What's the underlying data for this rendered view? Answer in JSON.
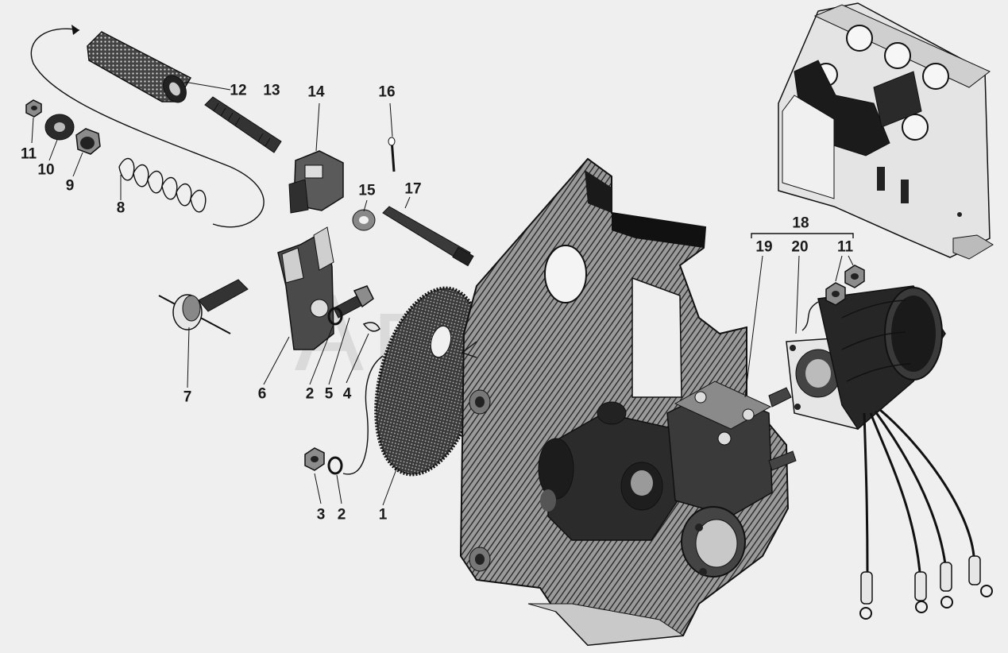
{
  "watermark": "Авто",
  "callouts": [
    {
      "id": "c12",
      "text": "12"
    },
    {
      "id": "c13",
      "text": "13"
    },
    {
      "id": "c14",
      "text": "14"
    },
    {
      "id": "c16",
      "text": "16"
    },
    {
      "id": "c11a",
      "text": "11"
    },
    {
      "id": "c10",
      "text": "10"
    },
    {
      "id": "c9",
      "text": "9"
    },
    {
      "id": "c8",
      "text": "8"
    },
    {
      "id": "c15",
      "text": "15"
    },
    {
      "id": "c17",
      "text": "17"
    },
    {
      "id": "c7",
      "text": "7"
    },
    {
      "id": "c6",
      "text": "6"
    },
    {
      "id": "c2a",
      "text": "2"
    },
    {
      "id": "c5",
      "text": "5"
    },
    {
      "id": "c4",
      "text": "4"
    },
    {
      "id": "c3",
      "text": "3"
    },
    {
      "id": "c2b",
      "text": "2"
    },
    {
      "id": "c1",
      "text": "1"
    },
    {
      "id": "c18",
      "text": "18"
    },
    {
      "id": "c19",
      "text": "19"
    },
    {
      "id": "c20",
      "text": "20"
    },
    {
      "id": "c11b",
      "text": "11"
    }
  ]
}
